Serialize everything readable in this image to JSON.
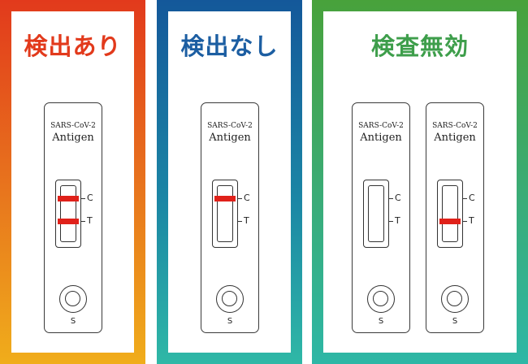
{
  "panels": [
    {
      "id": "positive",
      "title": "検出あり",
      "title_color": "#e23a1c",
      "border_gradient": [
        "#e23a1c",
        "#f0ad1b"
      ],
      "cassettes": [
        {
          "brand_sub": "SARS-CoV-2",
          "brand_main": "Antigen",
          "control_line": true,
          "test_line": true,
          "c_label": "C",
          "t_label": "T",
          "sample_label": "S"
        }
      ]
    },
    {
      "id": "negative",
      "title": "検出なし",
      "title_color": "#1c5ea2",
      "border_gradient": [
        "#14589a",
        "#2fb8a6"
      ],
      "cassettes": [
        {
          "brand_sub": "SARS-CoV-2",
          "brand_main": "Antigen",
          "control_line": true,
          "test_line": false,
          "c_label": "C",
          "t_label": "T",
          "sample_label": "S"
        }
      ]
    },
    {
      "id": "invalid",
      "title": "検査無効",
      "title_color": "#3e9e4b",
      "border_gradient": [
        "#48a23b",
        "#2db7a6"
      ],
      "cassettes": [
        {
          "brand_sub": "SARS-CoV-2",
          "brand_main": "Antigen",
          "control_line": false,
          "test_line": false,
          "c_label": "C",
          "t_label": "T",
          "sample_label": "S"
        },
        {
          "brand_sub": "SARS-CoV-2",
          "brand_main": "Antigen",
          "control_line": false,
          "test_line": true,
          "c_label": "C",
          "t_label": "T",
          "sample_label": "S"
        }
      ]
    }
  ],
  "line_color": "#e0211a"
}
